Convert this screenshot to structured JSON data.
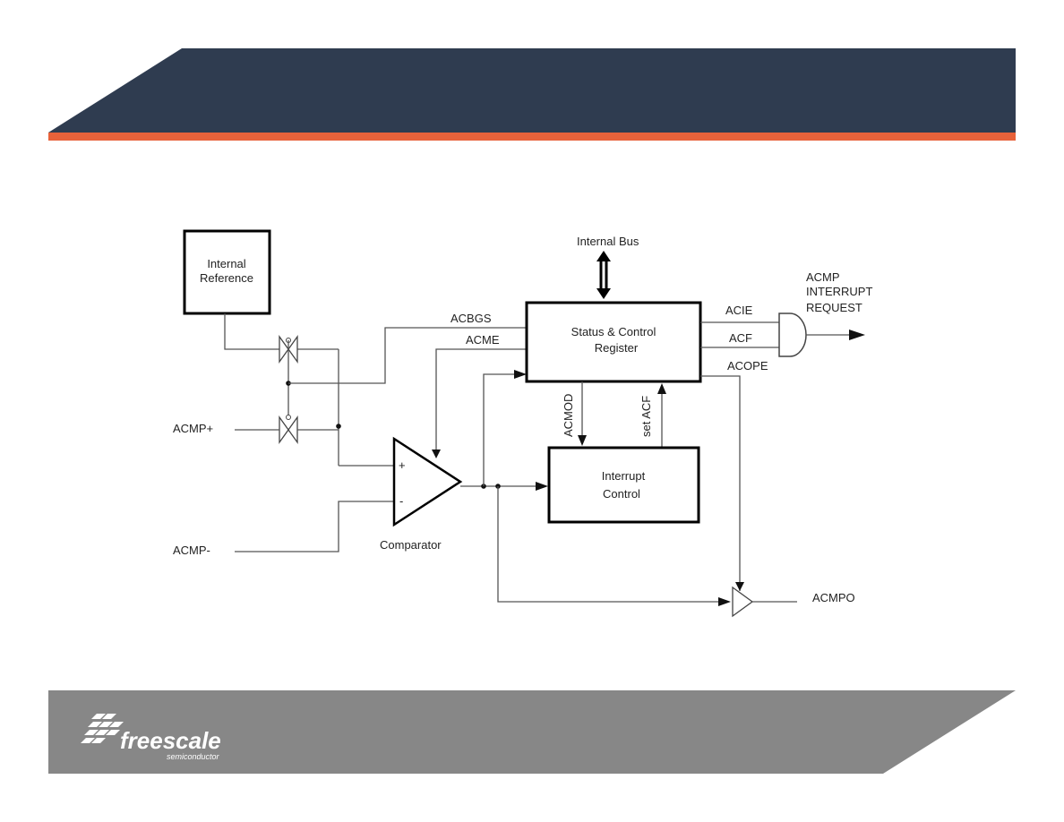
{
  "colors": {
    "header_band": "#2f3c50",
    "accent_stripe": "#e8623a",
    "footer_band": "#878787",
    "diagram_line": "#555555",
    "diagram_box": "#000000"
  },
  "diagram": {
    "internal_reference": [
      "Internal",
      "Reference"
    ],
    "internal_bus": "Internal Bus",
    "status_control": [
      "Status & Control",
      "Register"
    ],
    "interrupt_control": [
      "Interrupt",
      "Control"
    ],
    "acmp_interrupt_request": [
      "ACMP",
      "INTERRUPT",
      "REQUEST"
    ],
    "signals": {
      "acbgs": "ACBGS",
      "acme": "ACME",
      "acie": "ACIE",
      "acf": "ACF",
      "acope": "ACOPE",
      "acmod": "ACMOD",
      "set_acf": "set ACF",
      "acmp_plus": "ACMP+",
      "acmp_minus": "ACMP-",
      "comparator": "Comparator",
      "plus_sign": "+",
      "minus_sign": "-",
      "acmpo": "ACMPO"
    }
  },
  "footer": {
    "logo_icon": "freescale-chevrons-icon",
    "brand": "freescale",
    "tagline": "semiconductor"
  }
}
